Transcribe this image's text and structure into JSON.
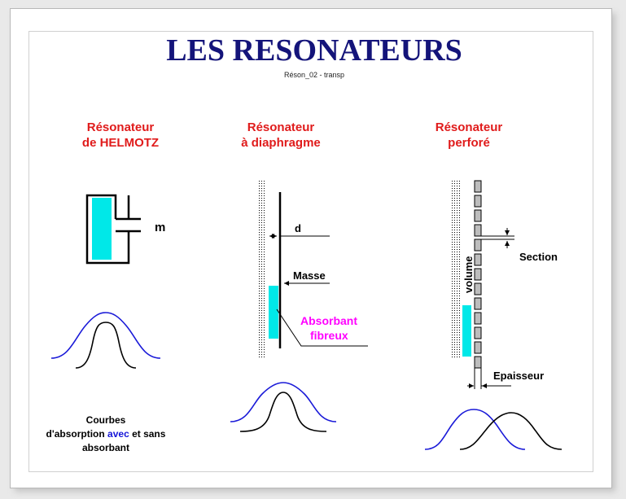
{
  "title": "LES RESONATEURS",
  "subtitle": "Réson_02 - transp",
  "helmotz": {
    "heading_line1": "Résonateur",
    "heading_line2": "de HELMOTZ",
    "mass_label": "m"
  },
  "diaphragme": {
    "heading_line1": "Résonateur",
    "heading_line2": "à diaphragme",
    "distance_label": "d",
    "mass_label": "Masse",
    "absorbant_line1": "Absorbant",
    "absorbant_line2": "fibreux"
  },
  "perfore": {
    "heading_line1": "Résonateur",
    "heading_line2": "perforé",
    "volume_label": "volume",
    "section_label": "Section",
    "thickness_label": "Epaisseur"
  },
  "caption": {
    "line1": "Courbes",
    "line2_before": "d'absorption ",
    "line2_highlight": "avec",
    "line2_after": " et sans",
    "line3": "absorbant"
  },
  "colors": {
    "title": "#14147a",
    "heading": "#e01b1b",
    "absorbant": "#00e0e0",
    "curve_with": "#1a1ad8",
    "curve_without": "#000000",
    "highlight_text": "#ff00ff"
  }
}
